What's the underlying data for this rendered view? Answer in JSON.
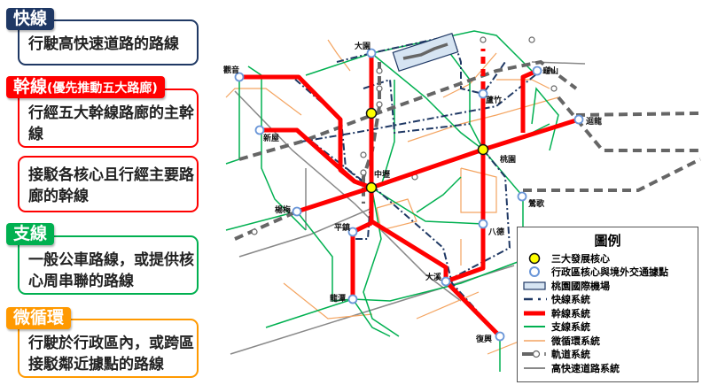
{
  "panels": [
    {
      "title": "快線",
      "desc": "行駛高快速道路的路線",
      "color": "#1f3864"
    },
    {
      "title": "幹線",
      "title_note": "(優先推動五大路廊)",
      "desc": "行經五大幹線路廊的主幹線",
      "desc2": "接駁各核心且行經主要路廊的幹線",
      "color": "#ff0000"
    },
    {
      "title": "支線",
      "desc": "一般公車路線，或提供核心周串聯的路線",
      "color": "#00b050"
    },
    {
      "title": "微循環",
      "desc": "行駛於行政區內，或跨區接駁鄰近據點的路線",
      "color": "#ff9900"
    }
  ],
  "map": {
    "labels": [
      "大園",
      "觀音",
      "新屋",
      "龜山",
      "迴龍",
      "蘆竹",
      "桃園",
      "中壢",
      "楊梅",
      "平鎮",
      "八德",
      "鶯歌",
      "大溪",
      "龍潭",
      "復興"
    ]
  },
  "legend": {
    "title": "圖例",
    "items": [
      {
        "icon": "yellow-core-circle",
        "label": "三大發展核心"
      },
      {
        "icon": "blue-node-circle",
        "label": "行政區核心與境外交通據點"
      },
      {
        "icon": "airport-rect",
        "label": "桃園國際機場"
      },
      {
        "icon": "navy-dashdot-line",
        "label": "快線系統"
      },
      {
        "icon": "red-thick-line",
        "label": "幹線系統"
      },
      {
        "icon": "green-line",
        "label": "支線系統"
      },
      {
        "icon": "orange-line",
        "label": "微循環系統"
      },
      {
        "icon": "rail-line",
        "label": "軌道系統"
      },
      {
        "icon": "gray-line",
        "label": "高快速道路系統"
      }
    ]
  },
  "colors": {
    "express": "#1f3864",
    "trunk": "#ff0000",
    "branch": "#00b050",
    "micro": "#f4a460",
    "rail": "#666666",
    "highway": "#888888"
  }
}
